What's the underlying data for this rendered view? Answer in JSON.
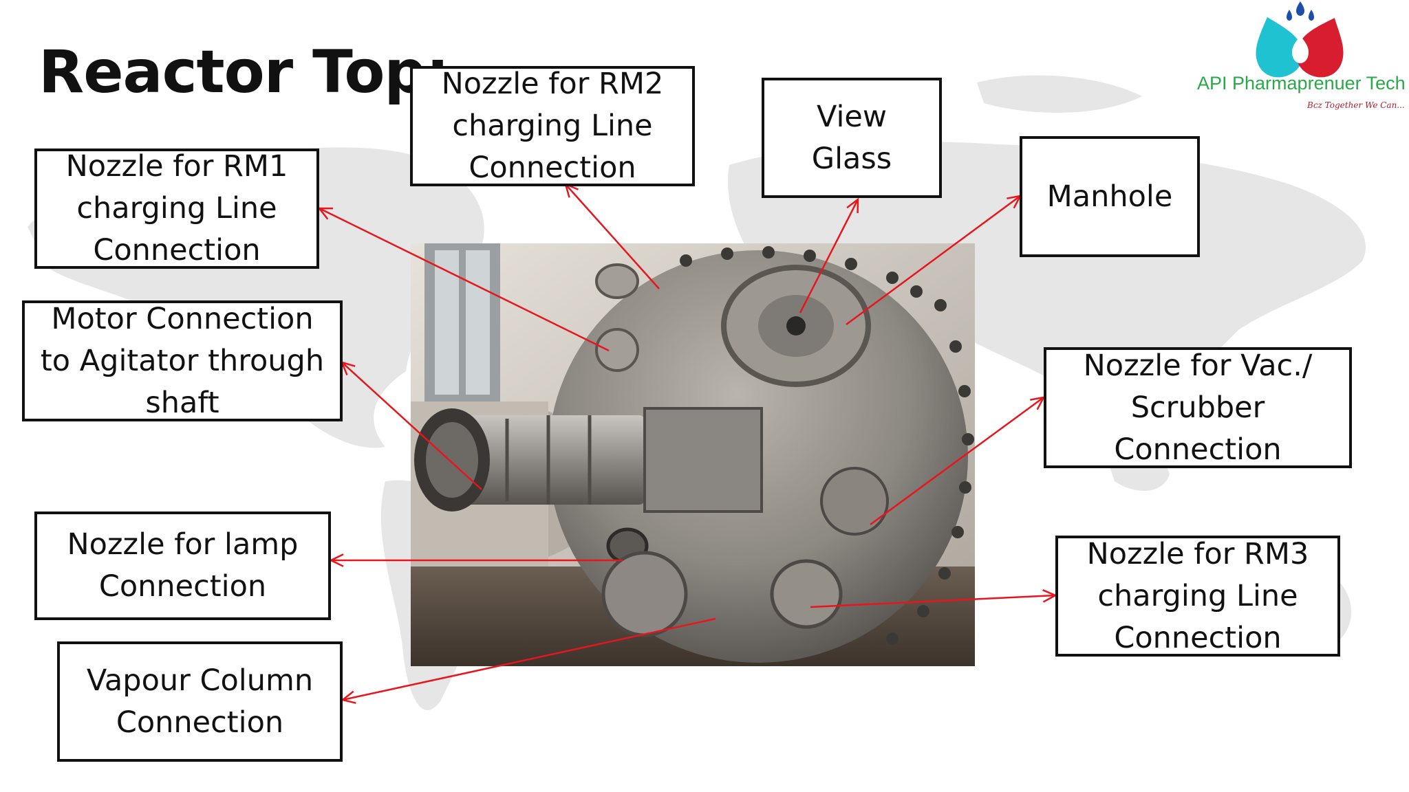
{
  "title": "Reactor Top:",
  "callouts": {
    "rm1": "Nozzle for RM1\ncharging Line\nConnection",
    "rm2": "Nozzle for RM2\ncharging Line\nConnection",
    "view_glass": "View\nGlass",
    "manhole": "Manhole",
    "motor": "Motor Connection\nto Agitator through\nshaft",
    "vac": "Nozzle for Vac./\nScrubber\nConnection",
    "lamp": "Nozzle for lamp\nConnection",
    "rm3": "Nozzle for RM3\ncharging Line\nConnection",
    "vapour": "Vapour Column\nConnection"
  },
  "logo": {
    "name": "API Pharmaprenuer Tech",
    "tagline": "Bcz Together We Can..."
  },
  "colors": {
    "arrow": "#e8161c",
    "border": "#111111",
    "logo_text": "#2aa84a",
    "logo_tagline": "#b01c2e",
    "drop_cyan": "#1fc2d1",
    "drop_red": "#d81e2e",
    "drop_blue": "#1e4fa8"
  }
}
